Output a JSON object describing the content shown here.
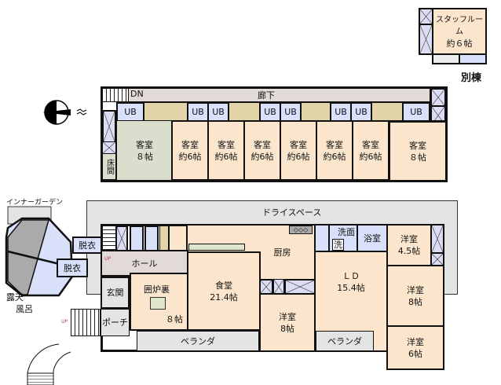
{
  "annex": {
    "room_name": "スタッフルーム",
    "room_size": "約６帖",
    "label": "別棟"
  },
  "guest_wing": {
    "corridor": "廊下",
    "stairs": "DN",
    "ub": "UB",
    "tokonoma": "床間",
    "rooms": [
      {
        "name": "客室",
        "size": "８帖"
      },
      {
        "name": "客室",
        "size": "約6帖"
      },
      {
        "name": "客室",
        "size": "約6帖"
      },
      {
        "name": "客室",
        "size": "約6帖"
      },
      {
        "name": "客室",
        "size": "約6帖"
      },
      {
        "name": "客室",
        "size": "約6帖"
      },
      {
        "name": "客室",
        "size": "約6帖"
      },
      {
        "name": "客室",
        "size": "８帖"
      }
    ]
  },
  "main_floor": {
    "dry_space": "ドライスペース",
    "inner_garden": "インナーガーデン",
    "outdoor_bath": [
      "露天",
      "風呂"
    ],
    "dressing": "脱衣",
    "up": "UP",
    "hall": "ホール",
    "entrance": "玄関",
    "porch": "ポーチ",
    "kitchen": "厨房",
    "irori": {
      "name": "囲炉裏",
      "size": "８帖"
    },
    "dining": {
      "name": "食堂",
      "size": "21.4帖"
    },
    "western_a": {
      "name": "洋室",
      "size": "8帖"
    },
    "ld": {
      "name": "ＬＤ",
      "size": "15.4帖"
    },
    "washroom": "洗面",
    "washer": "洗",
    "bath": "浴室",
    "western_b": {
      "name": "洋室",
      "size": "4.5帖"
    },
    "western_c": {
      "name": "洋室",
      "size": "8帖"
    },
    "western_d": {
      "name": "洋室",
      "size": "6帖"
    },
    "veranda": "ベランダ"
  },
  "colors": {
    "room": "#fbe6cd",
    "wet": "#d8e0fa",
    "outdoor": "#e4e4e4",
    "japanese_room": "#dcdecd",
    "hall": "#e2dad6"
  },
  "compass": {
    "icon": "north-arrow-icon",
    "direction": "west"
  }
}
